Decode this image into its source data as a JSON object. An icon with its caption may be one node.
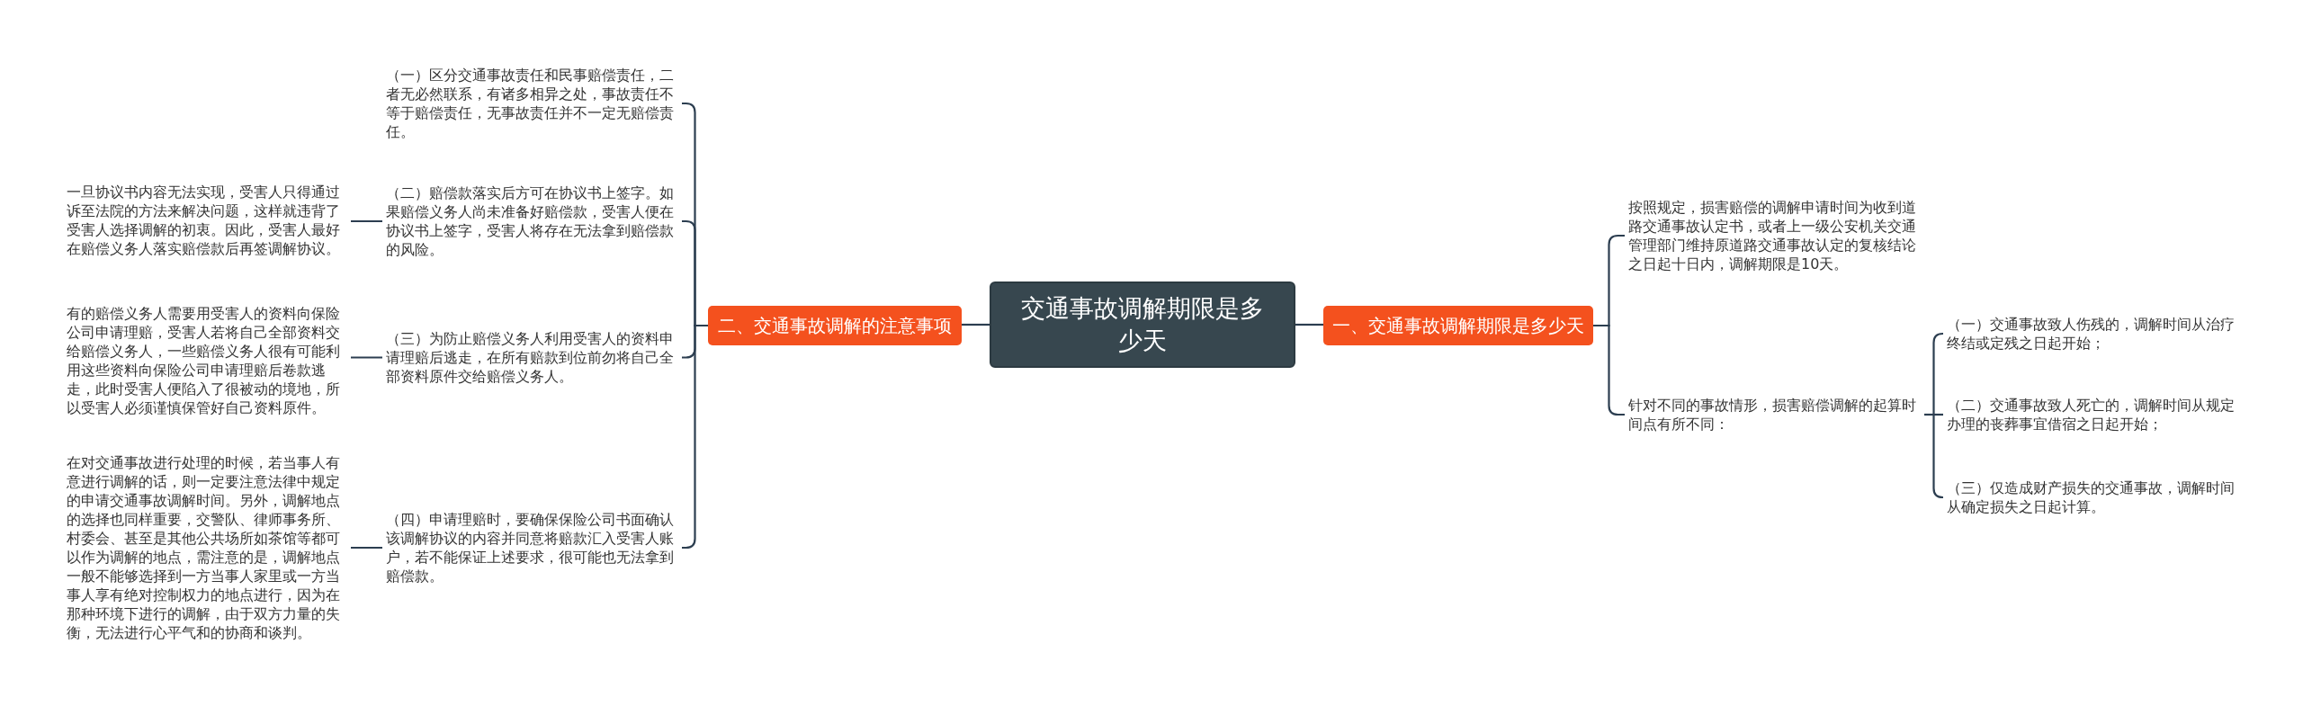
{
  "diagram": {
    "nodes": [
      {
        "text": [
          "交通事故调解期限是多少天"
        ]
      },
      {
        "text": [
          "二、交通事故调解的注意事项"
        ]
      },
      {
        "text": [
          "（一）区分交通事故责任和民事赔偿责任，二者无必然联系，有诸多相异之处，事故责任不等于赔偿责任，无事故责任并不一定无赔偿责任。"
        ]
      },
      {
        "text": [
          "（二）赔偿款落实后方可在协议书上签字。如果赔偿义务人尚未准备好赔偿款，受害人便在协议书上签字，受害人将存在无法拿到赔偿款的风险。"
        ]
      },
      {
        "text": [
          "一旦协议书内容无法实现，受害人只得通过诉至法院的方法来解决问题，这样就违背了受害人选择调解的初衷。因此，受害人最好在赔偿义务人落实赔偿款后再签调解协议。"
        ]
      },
      {
        "text": [
          "（三）为防止赔偿义务人利用受害人的资料申请理赔后逃走，在所有赔款到位前勿将自己全部资料原件交给赔偿义务人。"
        ]
      },
      {
        "text": [
          "有的赔偿义务人需要用受害人的资料向保险公司申请理赔，受害人若将自己全部资料交给赔偿义务人，一些赔偿义务人很有可能利用这些资料向保险公司申请理赔后卷款逃走，此时受害人便陷入了很被动的境地，所以受害人必须谨慎保管好自己资料原件。"
        ]
      },
      {
        "text": [
          "（四）申请理赔时，要确保保险公司书面确认该调解协议的内容并同意将赔款汇入受害人账户，若不能保证上述要求，很可能也无法拿到赔偿款。"
        ]
      },
      {
        "text": [
          "在对交通事故进行处理的时候，若当事人有意进行调解的话，则一定要注意法律中规定的申请交通事故调解时间。另外，调解地点的选择也同样重要，交警队、律师事务所、村委会、甚至是其他公共场所如茶馆等都可以作为调解的地点，需注意的是，调解地点一般不能够选择到一方当事人家里或一方当事人享有绝对控制权力的地点进行，因为在那种环境下进行的调解，由于双方力量的失衡，无法进行心平气和的协商和谈判。"
        ]
      },
      {
        "text": [
          "一、交通事故调解期限是多少天"
        ]
      },
      {
        "text": [
          "按照规定，损害赔偿的调解申请时间为收到道路交通事故认定书，或者上一级公安机关交通管理部门维持原道路交通事故认定的复核结论之日起十日内，调解期限是10天。"
        ]
      },
      {
        "text": [
          "针对不同的事故情形，损害赔偿调解的起算时间点有所不同："
        ]
      },
      {
        "text": [
          "（一）交通事故致人伤残的，调解时间从治疗终结或定残之日起开始；"
        ]
      },
      {
        "text": [
          "（二）交通事故致人死亡的，调解时间从规定办理的丧葬事宜借宿之日起开始；"
        ]
      },
      {
        "text": [
          "（三）仅造成财产损失的交通事故，调解时间从确定损失之日起计算。"
        ]
      }
    ],
    "edges": [
      {
        "from": 0,
        "to": 1,
        "arrow": "none"
      },
      {
        "from": 1,
        "to": 2,
        "arrow": "none"
      },
      {
        "from": 1,
        "to": 3,
        "arrow": "none"
      },
      {
        "from": 3,
        "to": 4,
        "arrow": "none"
      },
      {
        "from": 1,
        "to": 5,
        "arrow": "none"
      },
      {
        "from": 5,
        "to": 6,
        "arrow": "none"
      },
      {
        "from": 1,
        "to": 7,
        "arrow": "none"
      },
      {
        "from": 7,
        "to": 8,
        "arrow": "none"
      },
      {
        "from": 0,
        "to": 9,
        "arrow": "none"
      },
      {
        "from": 9,
        "to": 10,
        "arrow": "none"
      },
      {
        "from": 9,
        "to": 11,
        "arrow": "none"
      },
      {
        "from": 11,
        "to": 12,
        "arrow": "none"
      },
      {
        "from": 11,
        "to": 13,
        "arrow": "none"
      },
      {
        "from": 11,
        "to": 14,
        "arrow": "none"
      }
    ]
  }
}
